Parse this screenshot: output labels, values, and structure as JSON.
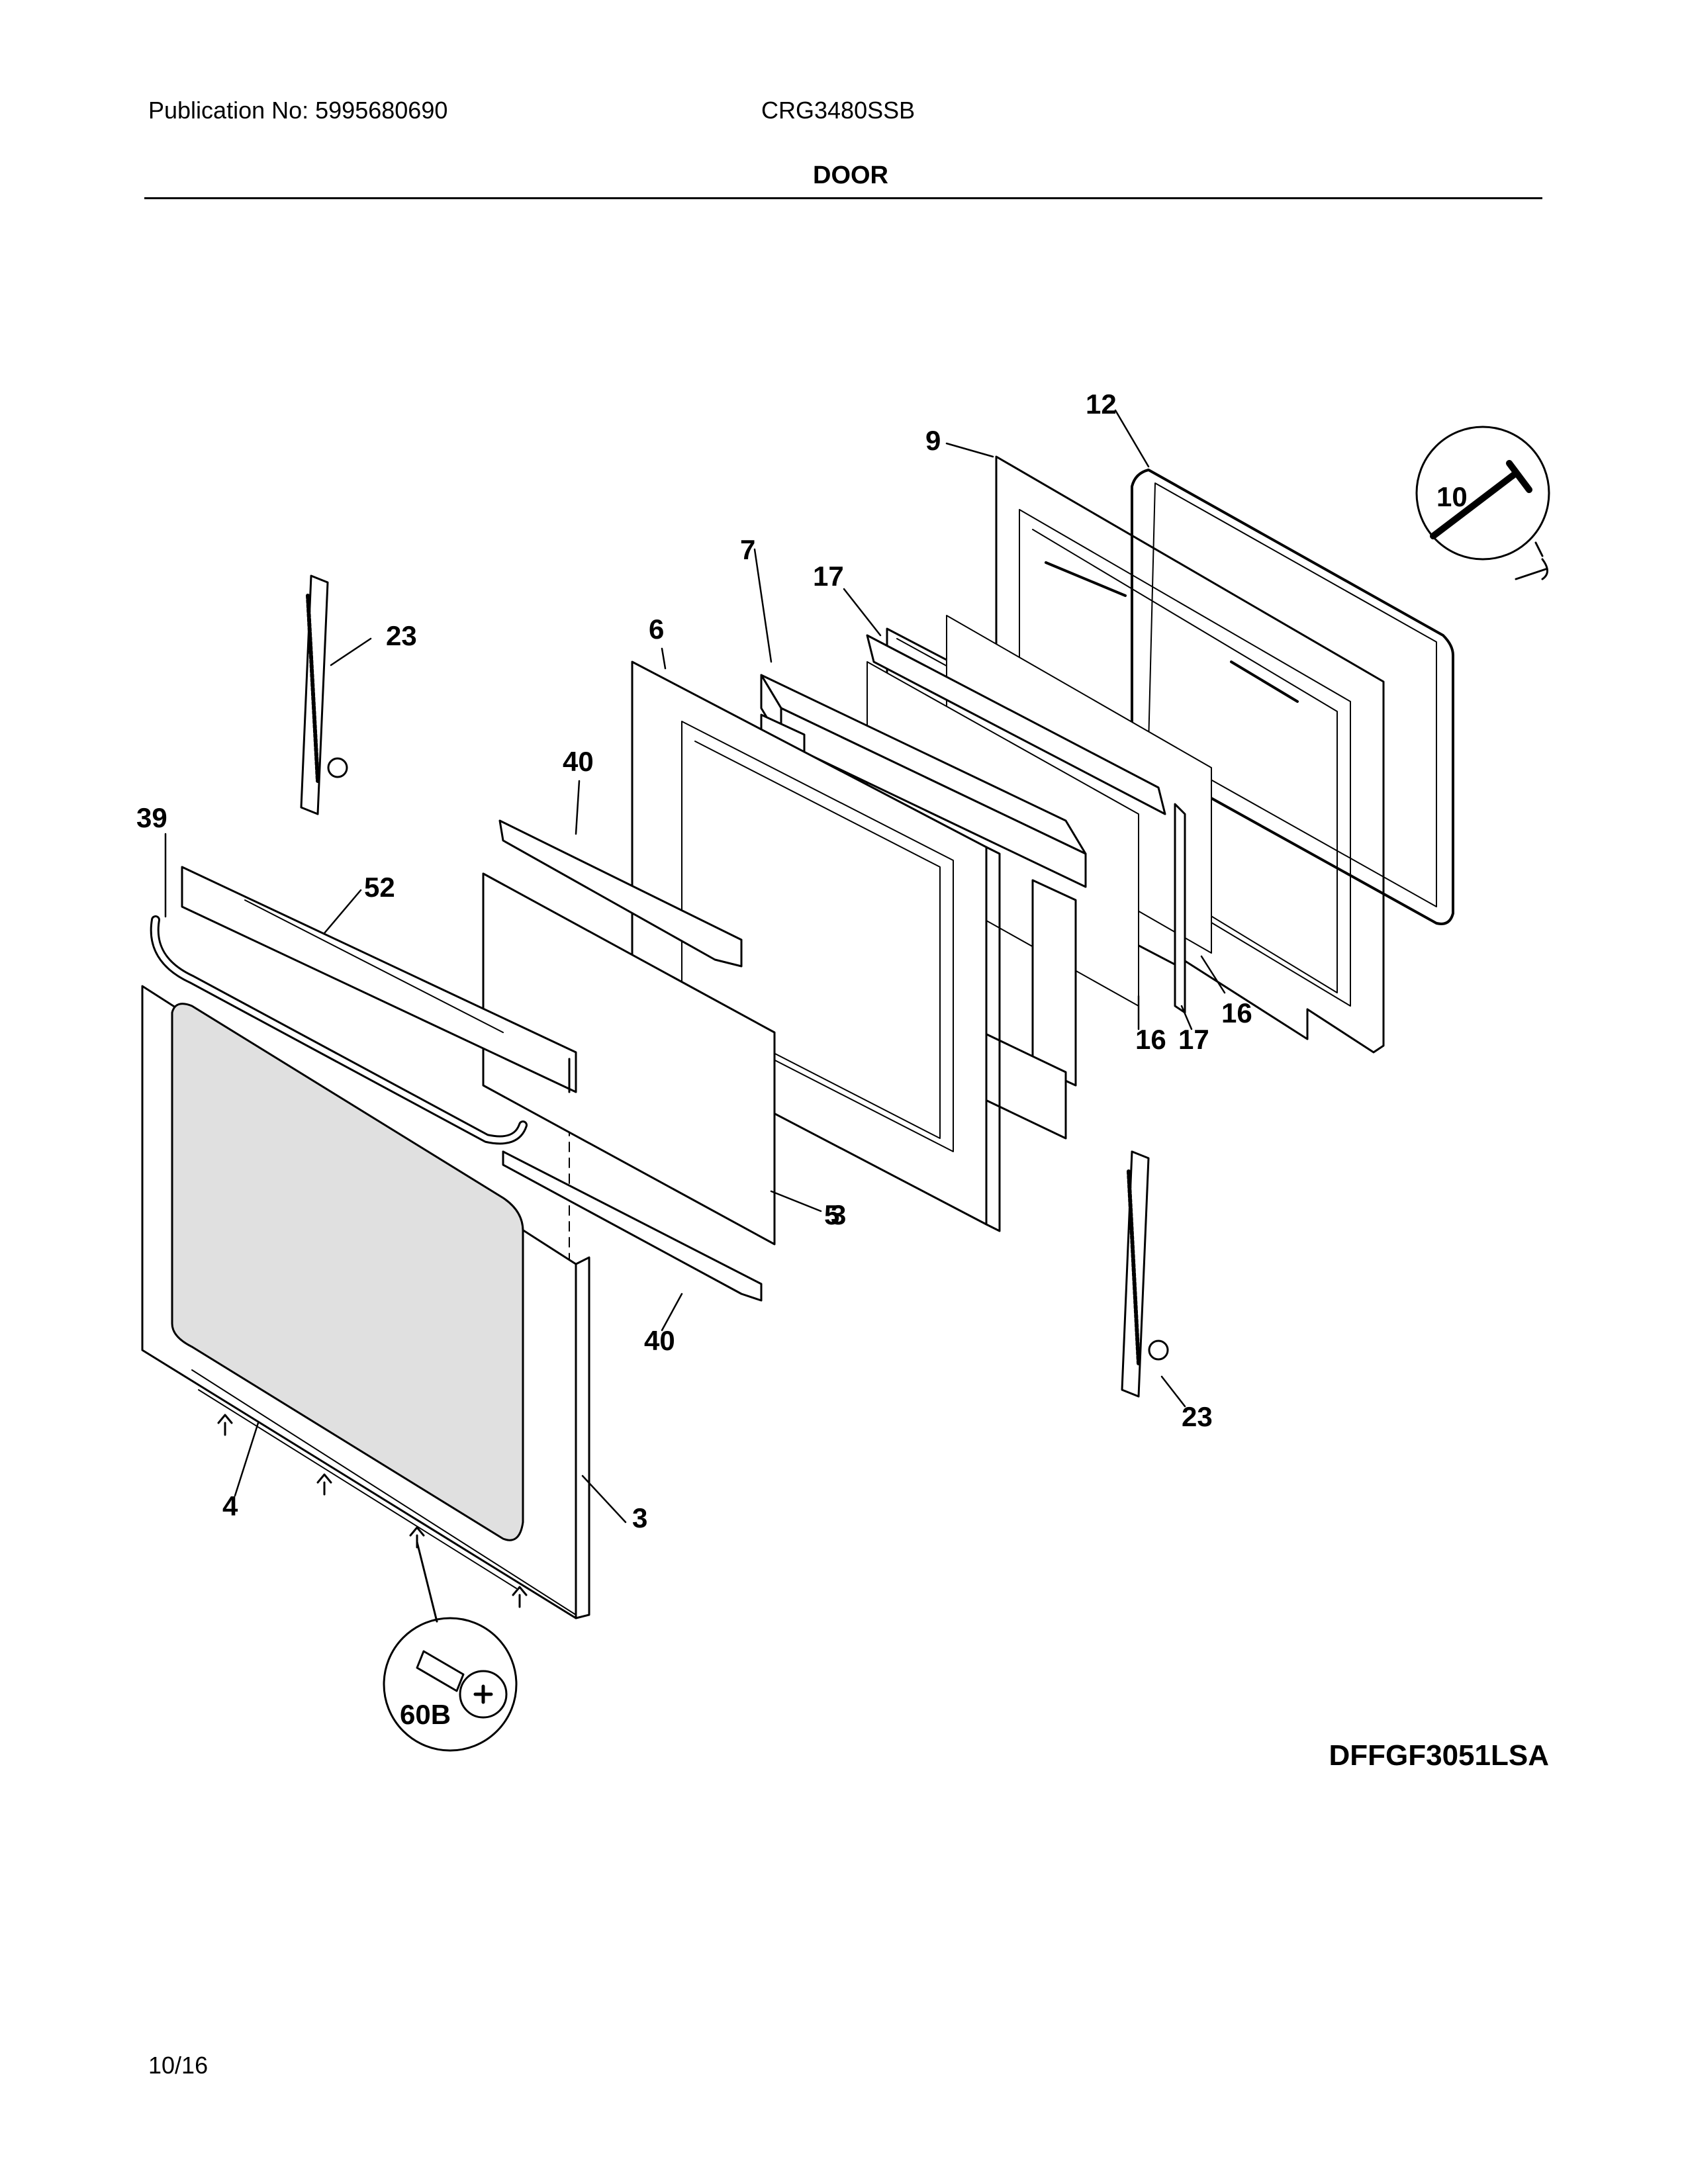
{
  "header": {
    "publication": "Publication No: 5995680690",
    "model": "CRG3480SSB",
    "section": "DOOR"
  },
  "footer": {
    "diagram_code": "DFFGF3051LSA",
    "date": "10/16"
  },
  "parts": [
    {
      "id": "p3",
      "label": "3"
    },
    {
      "id": "p4",
      "label": "4"
    },
    {
      "id": "p5",
      "label": "5"
    },
    {
      "id": "p6",
      "label": "6"
    },
    {
      "id": "p7",
      "label": "7"
    },
    {
      "id": "p9",
      "label": "9"
    },
    {
      "id": "p10",
      "label": "10"
    },
    {
      "id": "p12",
      "label": "12"
    },
    {
      "id": "p16a",
      "label": "16"
    },
    {
      "id": "p16b",
      "label": "16"
    },
    {
      "id": "p17a",
      "label": "17"
    },
    {
      "id": "p17b",
      "label": "17"
    },
    {
      "id": "p23a",
      "label": "23"
    },
    {
      "id": "p23b",
      "label": "23"
    },
    {
      "id": "p39",
      "label": "39"
    },
    {
      "id": "p40a",
      "label": "40"
    },
    {
      "id": "p40b",
      "label": "40"
    },
    {
      "id": "p52",
      "label": "52"
    },
    {
      "id": "p60b",
      "label": "60B"
    }
  ]
}
